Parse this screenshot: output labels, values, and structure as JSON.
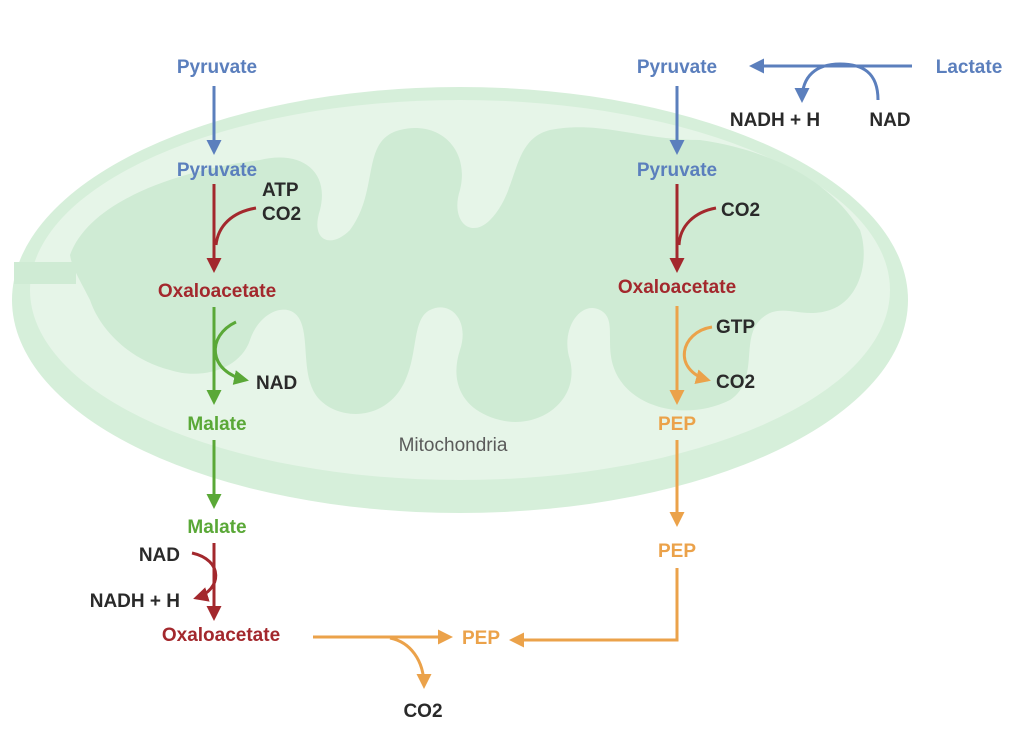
{
  "colors": {
    "blue": "#5b7fbd",
    "red": "#a3282d",
    "green": "#5aa837",
    "orange": "#eba24a",
    "dark": "#2a2a2a",
    "membrane_outer": "#d6efda",
    "membrane_inner": "#e6f5e8",
    "cristae": "#cfebd4"
  },
  "mitochondria_label": "Mitochondria",
  "left_pathway": {
    "pyruvate_cytosol": "Pyruvate",
    "pyruvate_mito": "Pyruvate",
    "carboxylation_in_atp": "ATP",
    "carboxylation_in_co2": "CO2",
    "oxaloacetate_mito": "Oxaloacetate",
    "reduction_out_nad": "NAD",
    "malate_mito": "Malate",
    "malate_cytosol": "Malate",
    "oxidation_in_nad": "NAD",
    "oxidation_out_nadh": "NADH + H",
    "oxaloacetate_cytosol": "Oxaloacetate",
    "pep_cytosol": "PEP",
    "decarboxylation_out_co2": "CO2"
  },
  "right_pathway": {
    "pyruvate_cytosol": "Pyruvate",
    "lactate": "Lactate",
    "lactate_out_nadh": "NADH + H",
    "lactate_in_nad": "NAD",
    "pyruvate_mito": "Pyruvate",
    "carboxylation_in_co2": "CO2",
    "oxaloacetate_mito": "Oxaloacetate",
    "decarboxylation_in_gtp": "GTP",
    "decarboxylation_out_co2": "CO2",
    "pep_mito": "PEP",
    "pep_cytosol": "PEP"
  }
}
